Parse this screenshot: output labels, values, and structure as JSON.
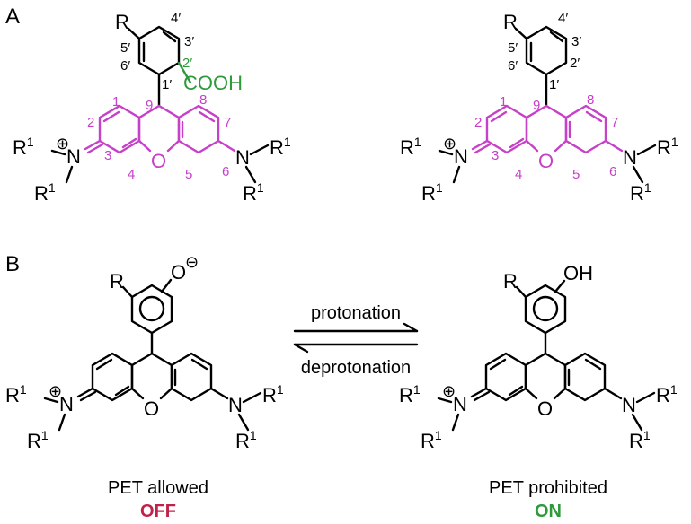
{
  "colors": {
    "black": "#000000",
    "magenta": "#c640c8",
    "green": "#2e9a3c",
    "off": "#c0224a",
    "on": "#2e9a3c"
  },
  "panels": {
    "a_label": "A",
    "b_label": "B"
  },
  "structure_a_left": {
    "R": "R",
    "cooh": "COOH",
    "o": "O",
    "n": "N",
    "r1": "R",
    "sup1": "1",
    "charge": "⊕",
    "pos_4p": "4′",
    "pos_5p": "5′",
    "pos_6p": "6′",
    "pos_3p": "3′",
    "pos_2p": "2′",
    "pos_1p": "1′",
    "pos_1": "1",
    "pos_2": "2",
    "pos_3": "3",
    "pos_4": "4",
    "pos_5": "5",
    "pos_6": "6",
    "pos_7": "7",
    "pos_8": "8",
    "pos_9": "9"
  },
  "structure_a_right": {
    "R": "R",
    "o": "O",
    "n": "N",
    "r1": "R",
    "sup1": "1",
    "charge": "⊕",
    "pos_4p": "4′",
    "pos_5p": "5′",
    "pos_6p": "6′",
    "pos_3p": "3′",
    "pos_2p": "2′",
    "pos_1p": "1′",
    "pos_1": "1",
    "pos_2": "2",
    "pos_3": "3",
    "pos_4": "4",
    "pos_5": "5",
    "pos_6": "6",
    "pos_7": "7",
    "pos_8": "8",
    "pos_9": "9"
  },
  "structure_b_left": {
    "R": "R",
    "phenolate": "O",
    "neg_charge": "⊖",
    "o": "O",
    "n": "N",
    "r1": "R",
    "sup1": "1",
    "charge": "⊕",
    "caption": "PET allowed",
    "state": "OFF"
  },
  "structure_b_right": {
    "R": "R",
    "phenol": "OH",
    "o": "O",
    "n": "N",
    "r1": "R",
    "sup1": "1",
    "charge": "⊕",
    "caption": "PET prohibited",
    "state": "ON"
  },
  "equilibrium": {
    "forward": "protonation",
    "reverse": "deprotonation"
  }
}
